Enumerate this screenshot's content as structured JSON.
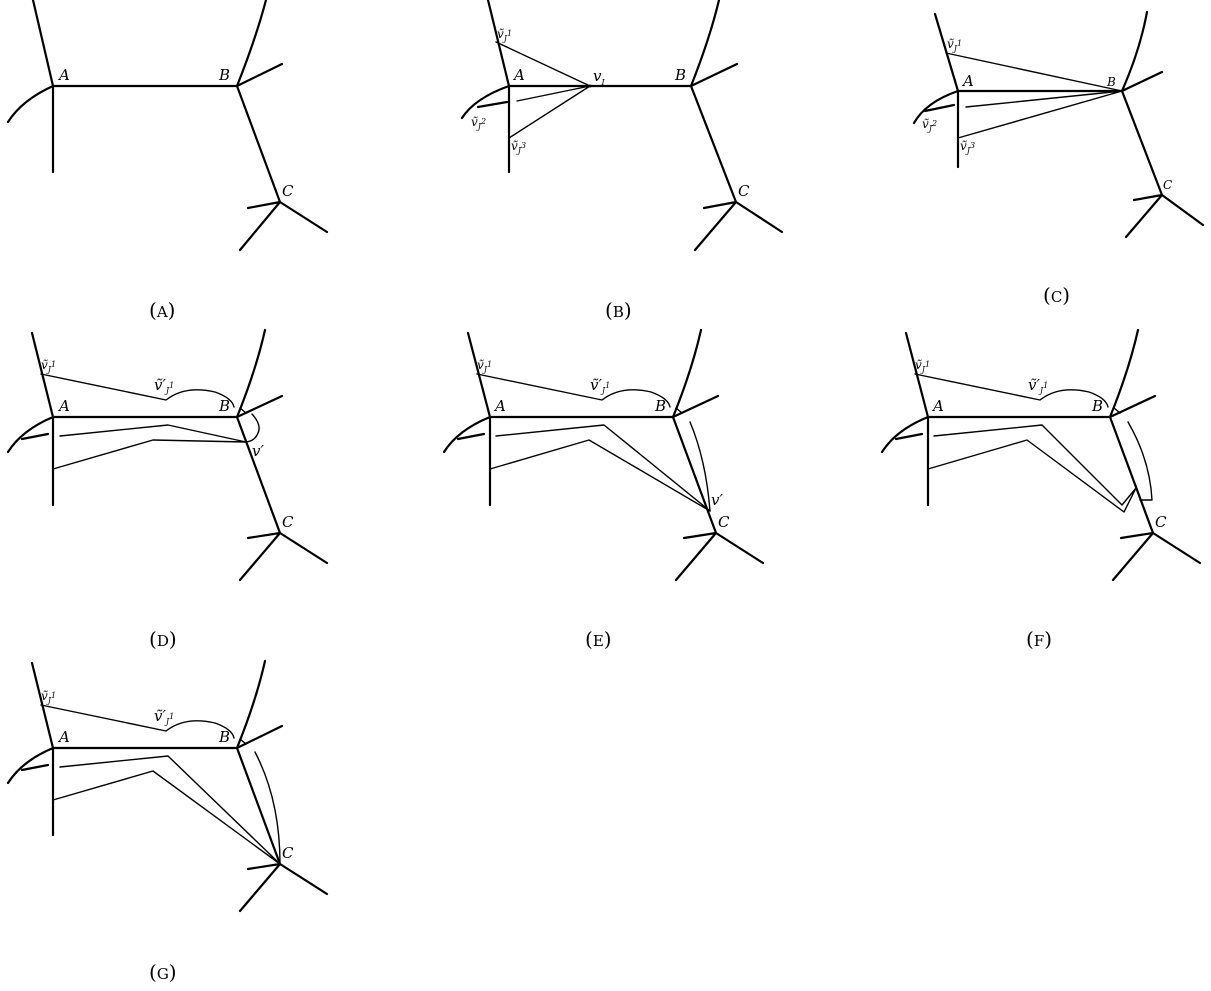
{
  "panels": [
    {
      "caption": {
        "open": "(",
        "letter": "A",
        "close": ")"
      }
    },
    {
      "caption": {
        "open": "(",
        "letter": "B",
        "close": ")"
      }
    },
    {
      "caption": {
        "open": "(",
        "letter": "C",
        "close": ")"
      }
    },
    {
      "caption": {
        "open": "(",
        "letter": "D",
        "close": ")"
      }
    },
    {
      "caption": {
        "open": "(",
        "letter": "E",
        "close": ")"
      }
    },
    {
      "caption": {
        "open": "(",
        "letter": "F",
        "close": ")"
      }
    },
    {
      "caption": {
        "open": "(",
        "letter": "G",
        "close": ")"
      }
    }
  ],
  "labels": {
    "A": "A",
    "B": "B",
    "C": "C",
    "vI": "v",
    "vI_sub": "I",
    "v_tilde": "ṽ",
    "v_prime": "v′",
    "v_tilde_prime": "ṽ′",
    "J1": "J",
    "J1_sup": "1",
    "J2_sup": "2",
    "J3_sup": "3"
  }
}
